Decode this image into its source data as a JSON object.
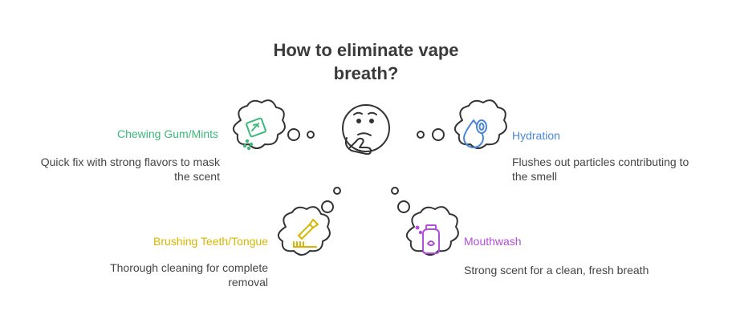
{
  "diagram": {
    "title_line1": "How to eliminate vape",
    "title_line2": "breath?",
    "items": [
      {
        "label": "Chewing Gum/Mints",
        "description_line1": "Quick fix with strong flavors to mask",
        "description_line2": "the scent",
        "color": "#3bb97a",
        "icon": "gum-packet-icon"
      },
      {
        "label": "Hydration",
        "description_line1": "Flushes out particles contributing to",
        "description_line2": "the smell",
        "color": "#4a86d8",
        "icon": "water-drop-icon"
      },
      {
        "label": "Brushing Teeth/Tongue",
        "description_line1": "Thorough cleaning for complete",
        "description_line2": "removal",
        "color": "#d9b500",
        "icon": "toothbrush-icon"
      },
      {
        "label": "Mouthwash",
        "description_line1": "Strong scent for a clean, fresh breath",
        "description_line2": "",
        "color": "#b04fd8",
        "icon": "mouthwash-bottle-icon"
      }
    ],
    "center_icon": "thinking-face-icon"
  }
}
